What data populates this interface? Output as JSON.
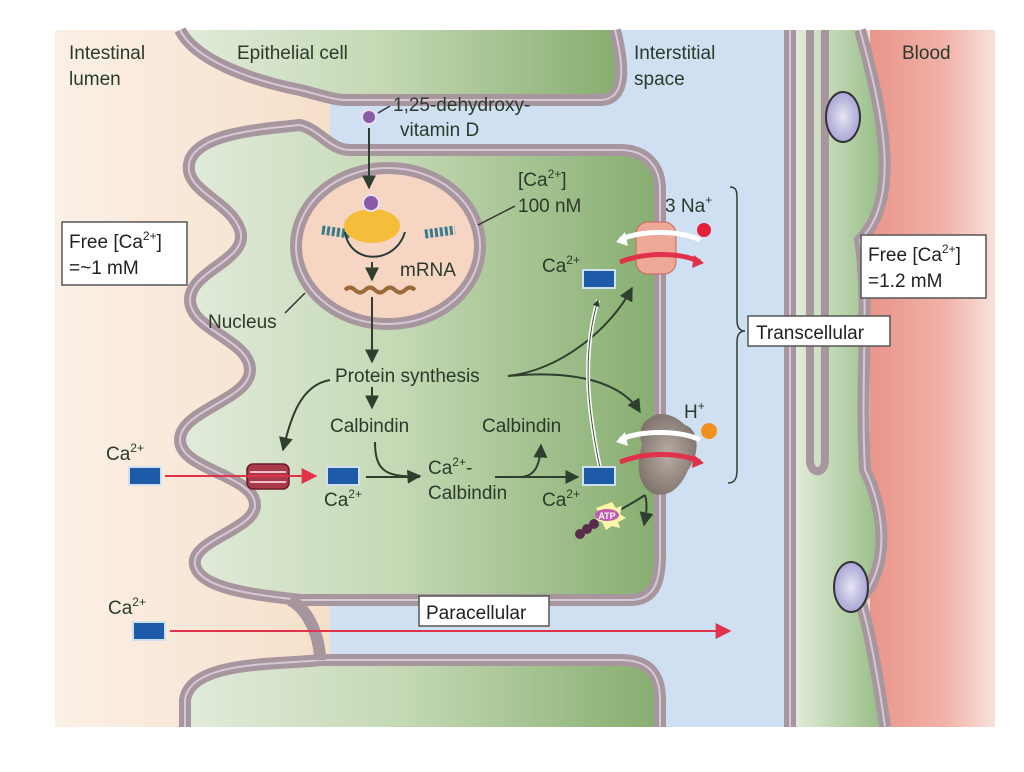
{
  "title": "Intestinal calcium absorption: transcellular and paracellular pathways",
  "regions": {
    "lumen": "Intestinal",
    "lumen_line2": "lumen",
    "epithelial": "Epithelial cell",
    "interstitial": "Interstitial",
    "interstitial_line2": "space",
    "blood": "Blood"
  },
  "labels": {
    "vitd_line1": "1,25-dehydroxy-",
    "vitd_line2": "vitamin D",
    "ca_conc_line1": "[Ca",
    "ca_conc_sup": "2+",
    "ca_conc_close": "]",
    "ca_conc_line2": "100 nM",
    "nucleus": "Nucleus",
    "mrna": "mRNA",
    "protein_synthesis": "Protein synthesis",
    "calbindin_1": "Calbindin",
    "calbindin_2": "Calbindin",
    "ca_calbindin_line1": "Ca",
    "ca_calbindin_sup": "2+",
    "ca_calbindin_dash": "-",
    "ca_calbindin_line2": "Calbindin",
    "ca": "Ca",
    "ca_sup": "2+",
    "na": "3 Na",
    "na_sup": "+",
    "h": "H",
    "h_sup": "+",
    "atp": "ATP"
  },
  "boxes": {
    "lumen_free_line1": "Free [Ca",
    "lumen_free_sup": "2+",
    "lumen_free_close": "]",
    "lumen_free_line2": "=~1 mM",
    "blood_free_line1": "Free [Ca",
    "blood_free_sup": "2+",
    "blood_free_close": "]",
    "blood_free_line2": "=1.2 mM",
    "transcellular": "Transcellular",
    "paracellular": "Paracellular"
  },
  "colors": {
    "lumen": "#f5dcc4",
    "cell_light": "#dfe9d6",
    "cell_dark": "#8fb57a",
    "interstitial": "#cfe0f2",
    "blood": "#eea69a",
    "membrane": "#a8969f",
    "membrane_line": "#d6c8d6",
    "ca_ion": "#1f5aa8",
    "red_arrow": "#e0324a",
    "na_ion": "#e41f3a",
    "h_ion": "#f0901e",
    "nucleus": "#f6d5c3",
    "vitd": "#8a5aa8"
  }
}
